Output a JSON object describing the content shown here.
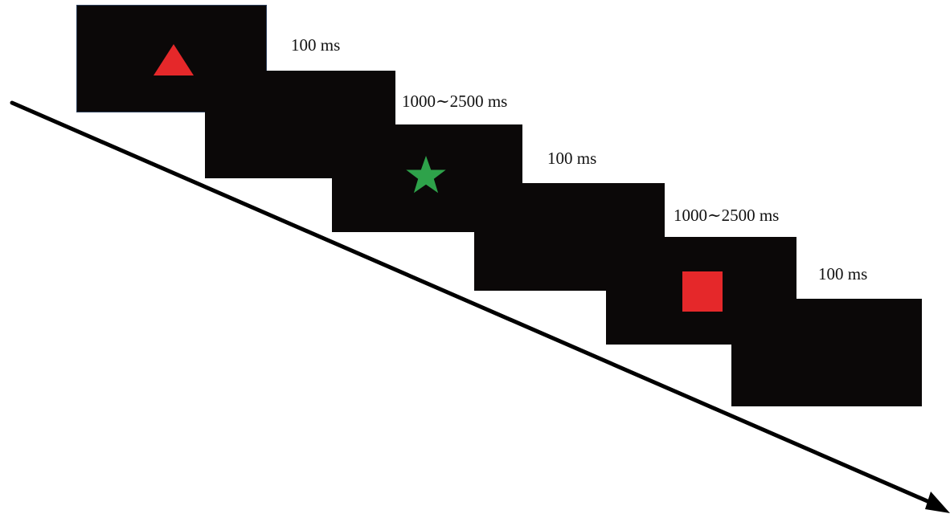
{
  "stimuli": [
    {
      "shape": "triangle-icon",
      "color": "#e5282a"
    },
    {
      "shape": "star-icon",
      "color": "#2ea24a"
    },
    {
      "shape": "square-icon",
      "color": "#e5282a"
    }
  ],
  "screen_color": "#0b0808",
  "timings": [
    "100 ms",
    "1000∼2500 ms",
    "100 ms",
    "1000∼2500 ms",
    "100 ms"
  ],
  "arrow_color": "#000000"
}
